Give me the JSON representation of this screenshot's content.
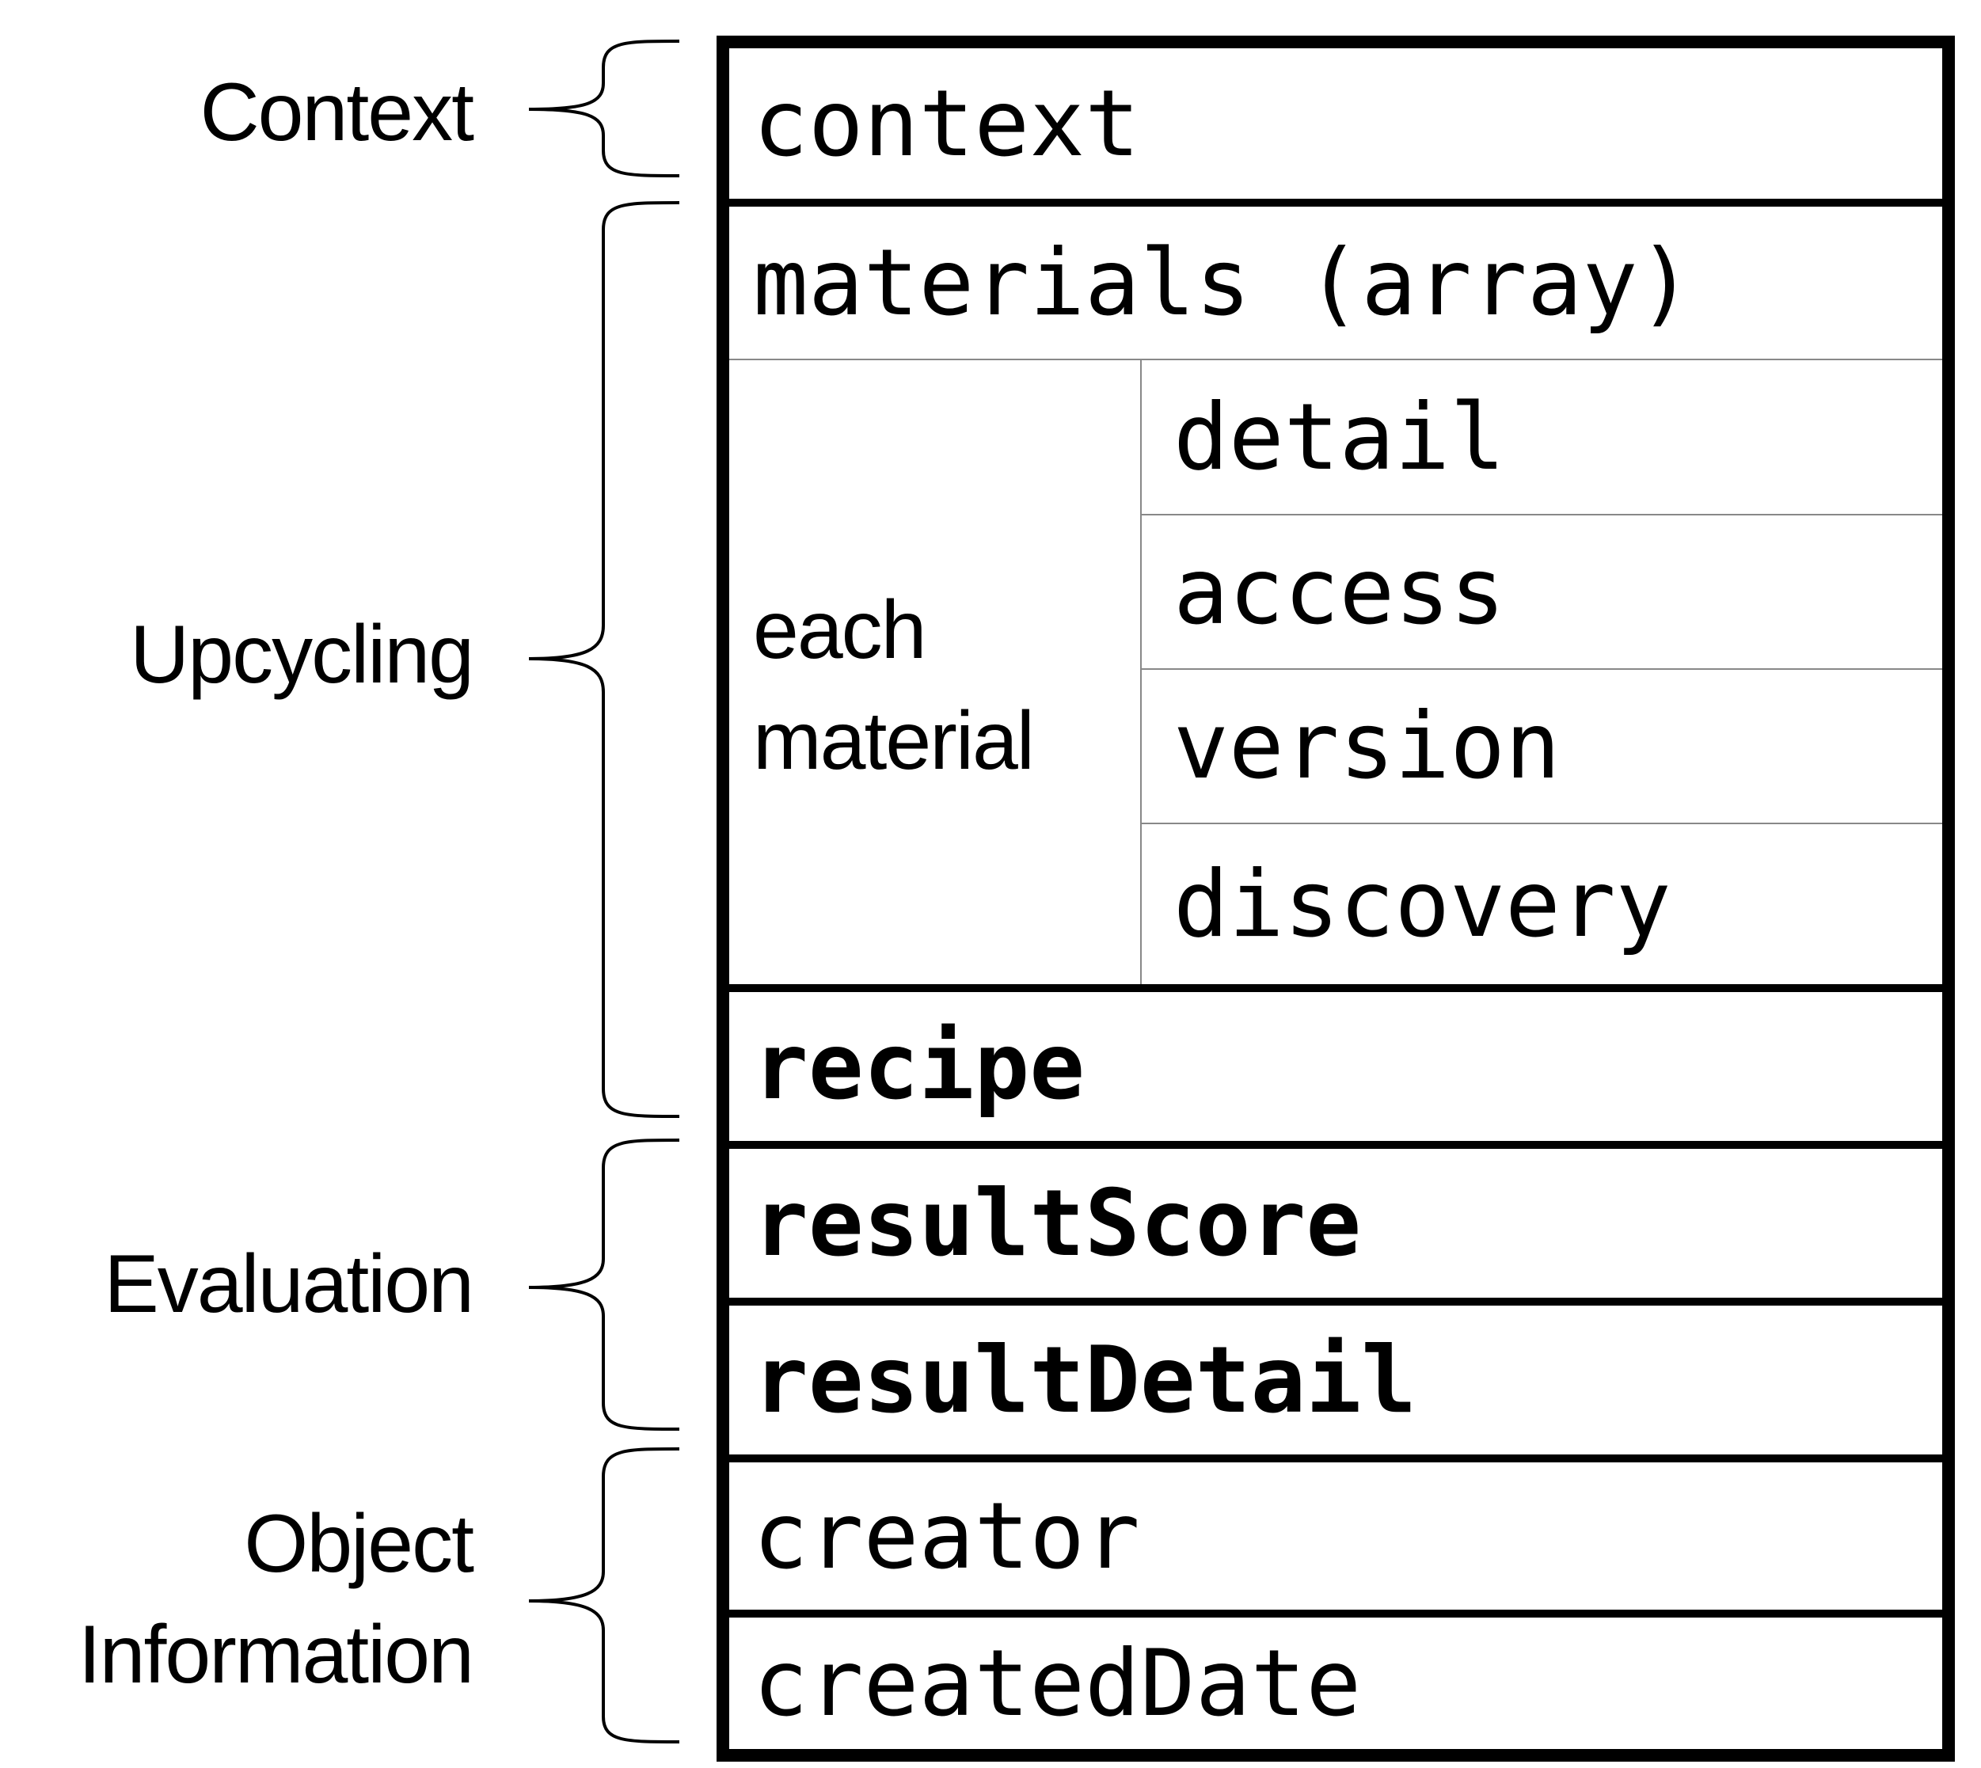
{
  "groups": {
    "context": {
      "lines": [
        "Context"
      ]
    },
    "upcycling": {
      "lines": [
        "Upcycling"
      ]
    },
    "evaluation": {
      "lines": [
        "Evaluation"
      ]
    },
    "object_information": {
      "lines": [
        "Object",
        "Information"
      ]
    }
  },
  "fields": {
    "context": "context",
    "materials": "materials (array)",
    "each_material": [
      "each",
      "material"
    ],
    "material_fields": [
      "detail",
      "access",
      "version",
      "discovery"
    ],
    "recipe": "recipe",
    "result_score": "resultScore",
    "result_detail": "resultDetail",
    "creator": "creator",
    "created_date": "createdDate"
  }
}
